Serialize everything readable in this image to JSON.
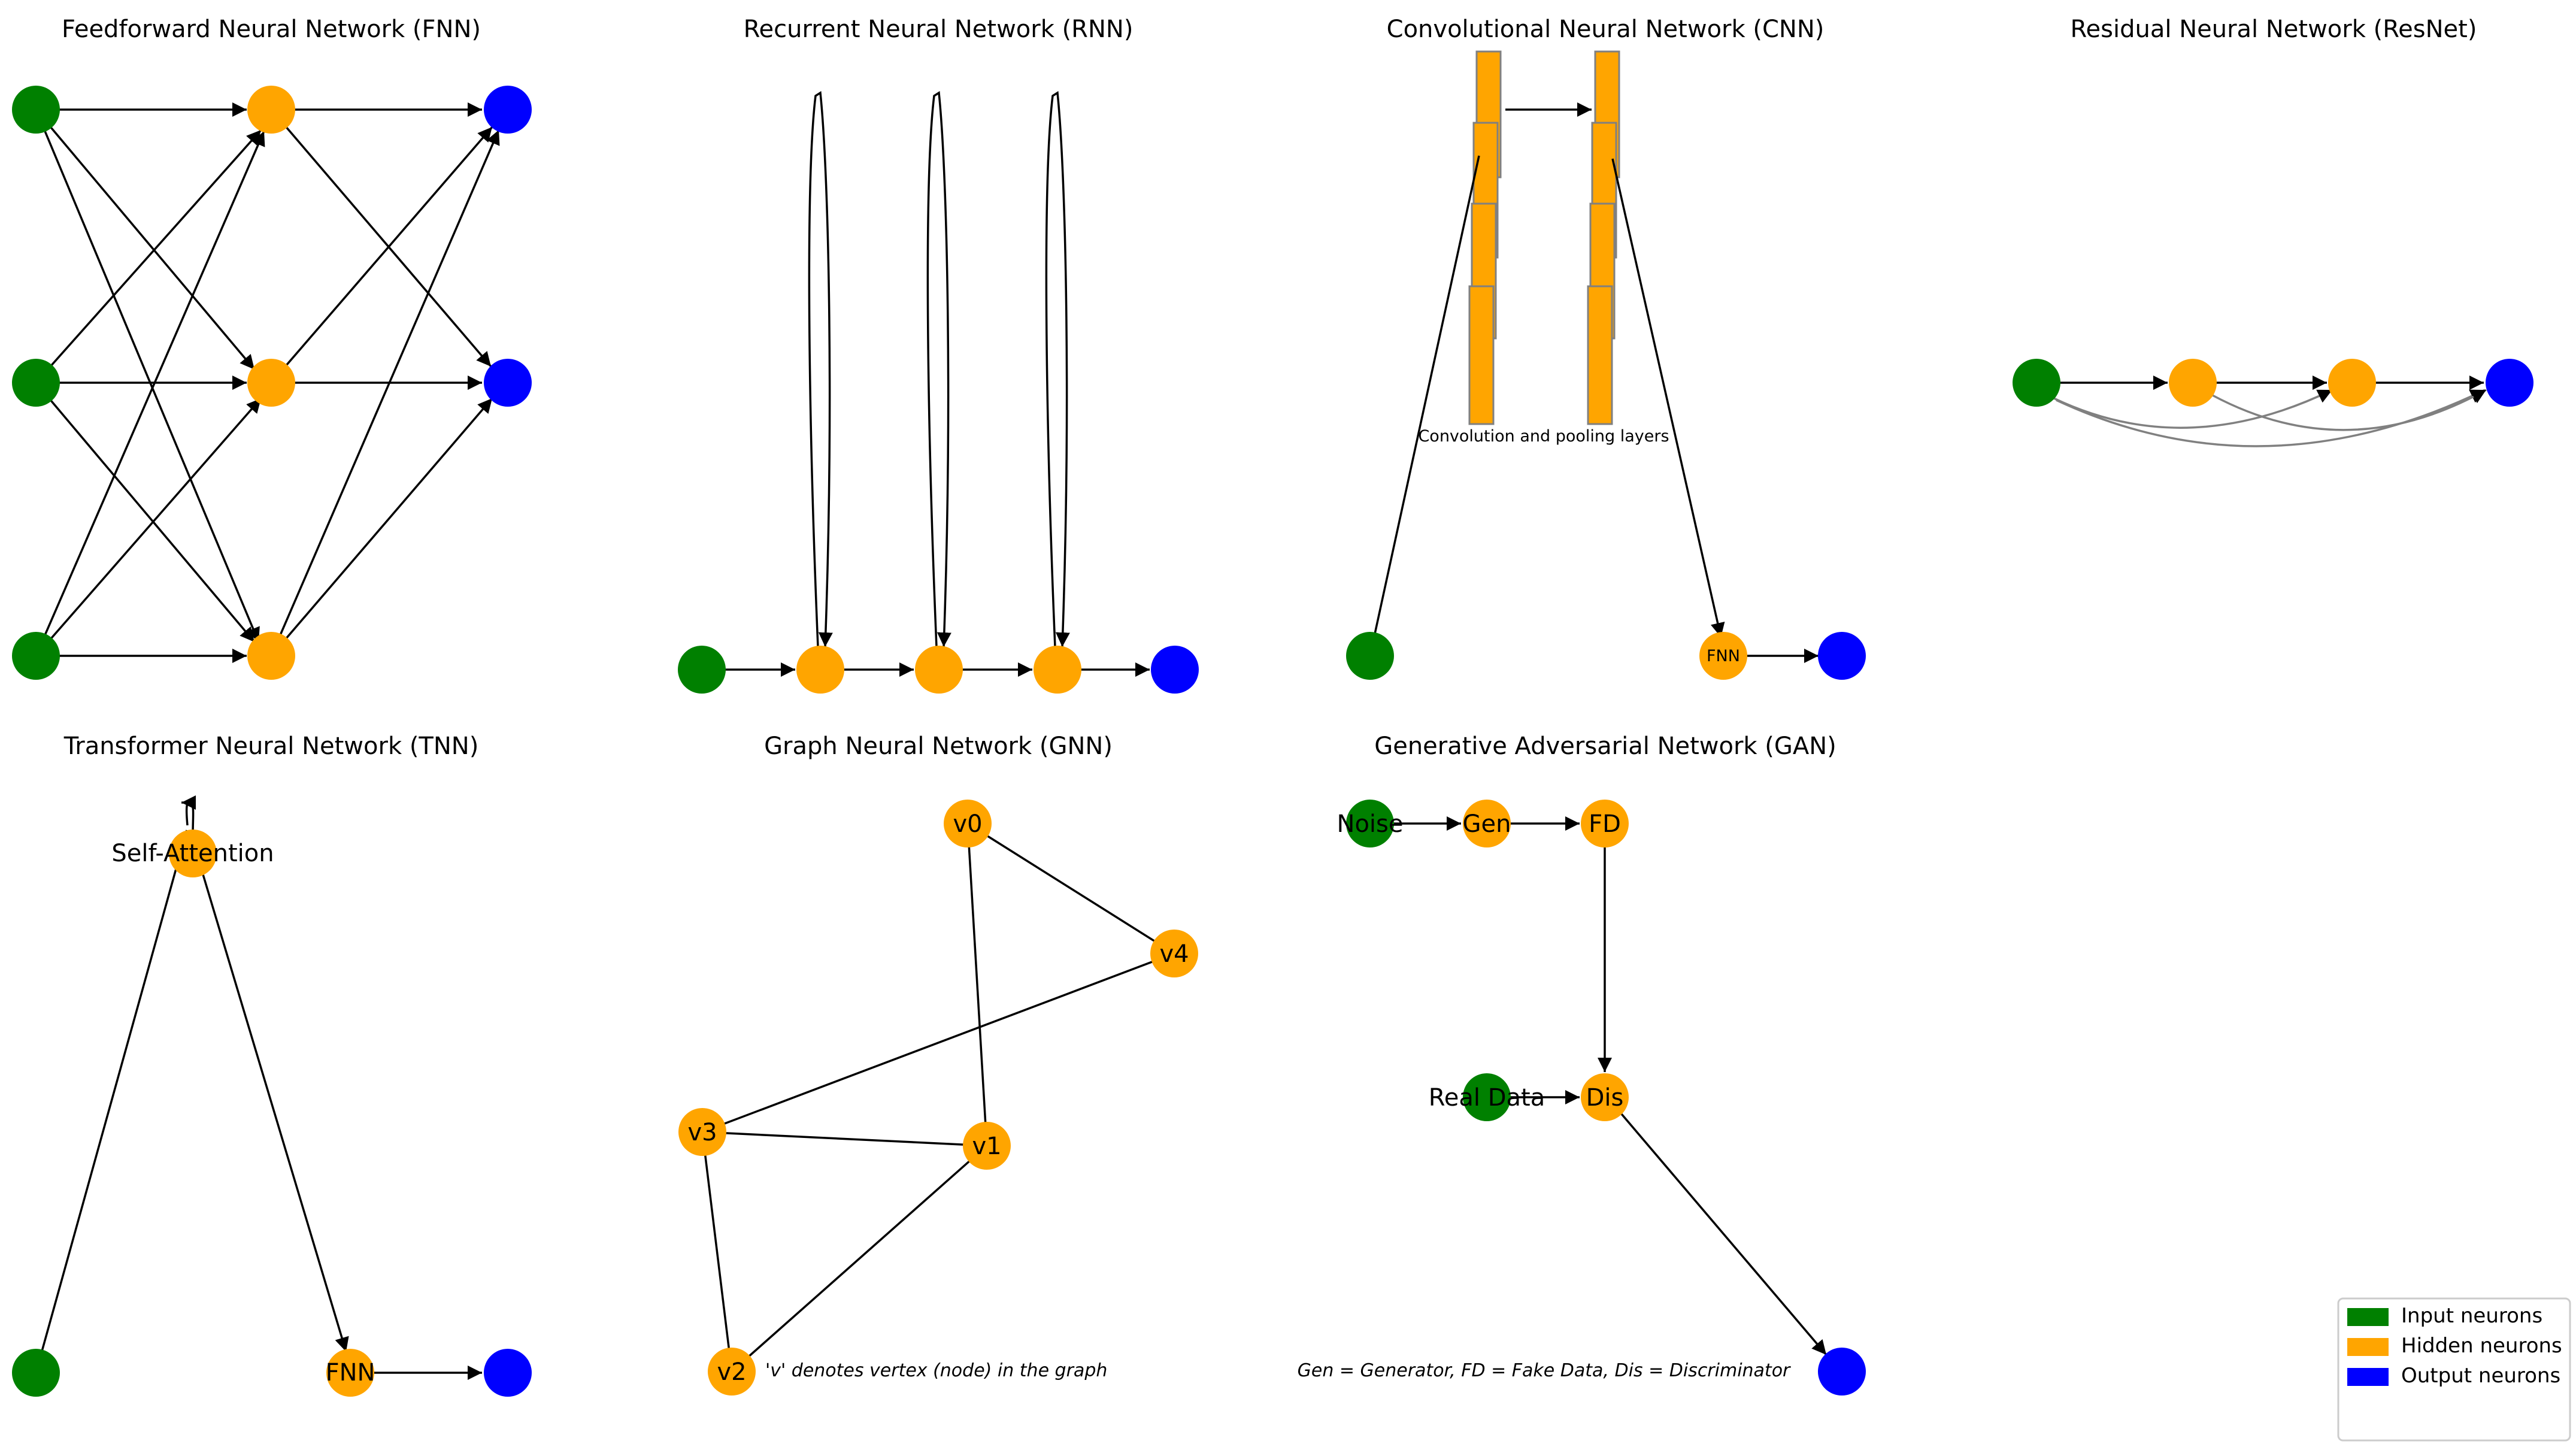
{
  "colors": {
    "input": "#008000",
    "hidden": "#FFA500",
    "output": "#0000FF",
    "edge": "#000000",
    "skip_edge": "#808080"
  },
  "panels": {
    "fnn": {
      "title": "Feedforward Neural Network (FNN)"
    },
    "rnn": {
      "title": "Recurrent Neural Network (RNN)"
    },
    "cnn": {
      "title": "Convolutional Neural Network (CNN)",
      "layers_caption": "Convolution and pooling layers",
      "fnn_label": "FNN"
    },
    "resnet": {
      "title": "Residual Neural Network (ResNet)"
    },
    "tnn": {
      "title": "Transformer Neural Network (TNN)",
      "self_attention_label": "Self-Attention",
      "fnn_label": "FNN"
    },
    "gnn": {
      "title": "Graph Neural Network (GNN)",
      "vertex_labels": [
        "v0",
        "v1",
        "v2",
        "v3",
        "v4"
      ],
      "note": "'v' denotes vertex (node) in the graph"
    },
    "gan": {
      "title": "Generative Adversarial Network (GAN)",
      "labels": {
        "noise": "Noise",
        "gen": "Gen",
        "fd": "FD",
        "real": "Real Data",
        "dis": "Dis"
      },
      "note": "Gen = Generator, FD = Fake Data, Dis = Discriminator"
    }
  },
  "legend": {
    "items": [
      {
        "label": "Input neurons",
        "color": "#008000"
      },
      {
        "label": "Hidden neurons",
        "color": "#FFA500"
      },
      {
        "label": "Output neurons",
        "color": "#0000FF"
      }
    ]
  }
}
